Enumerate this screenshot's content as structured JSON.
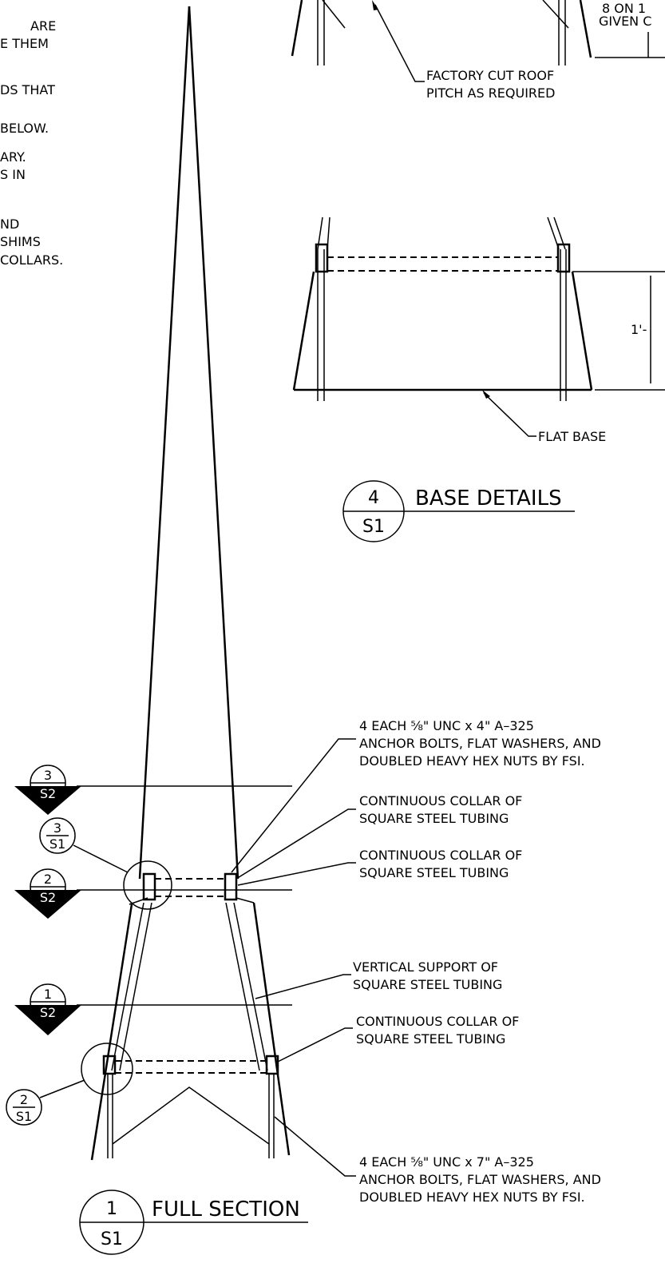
{
  "colors": {
    "ink": "#000000",
    "paper": "#ffffff"
  },
  "notes_left": [
    "ARE",
    "E THEM",
    "DS THAT",
    "BELOW.",
    "ARY.",
    "S IN",
    "ND",
    "SHIMS",
    "COLLARS."
  ],
  "top_right_note": [
    "8 ON 1",
    "GIVEN C"
  ],
  "roof_note": [
    "FACTORY CUT ROOF",
    "PITCH AS REQUIRED"
  ],
  "dimension_text": "1'-",
  "flat_base_label": "FLAT BASE",
  "detail4": {
    "num": "4",
    "sheet": "S1",
    "title": "BASE DETAILS"
  },
  "detail1": {
    "num": "1",
    "sheet": "S1",
    "title": "FULL SECTION"
  },
  "section_markers": [
    {
      "num": "3",
      "sheet": "S2"
    },
    {
      "num": "2",
      "sheet": "S2"
    },
    {
      "num": "1",
      "sheet": "S2"
    }
  ],
  "detail_markers": [
    {
      "num": "3",
      "sheet": "S1"
    },
    {
      "num": "2",
      "sheet": "S1"
    }
  ],
  "callouts": {
    "anchor_top": [
      "4 EACH ⅝\" UNC x 4\" A–325",
      "ANCHOR BOLTS, FLAT WASHERS, AND",
      "DOUBLED HEAVY HEX NUTS BY FSI."
    ],
    "collar_1": [
      "CONTINUOUS COLLAR OF",
      "SQUARE STEEL TUBING"
    ],
    "collar_2": [
      "CONTINUOUS COLLAR OF",
      "SQUARE STEEL TUBING"
    ],
    "vertical": [
      "VERTICAL SUPPORT OF",
      "SQUARE STEEL TUBING"
    ],
    "collar_3": [
      "CONTINUOUS COLLAR OF",
      "SQUARE STEEL TUBING"
    ],
    "anchor_bottom": [
      "4 EACH ⅝\" UNC x 7\" A–325",
      "ANCHOR BOLTS, FLAT WASHERS, AND",
      "DOUBLED HEAVY HEX NUTS BY FSI."
    ]
  }
}
